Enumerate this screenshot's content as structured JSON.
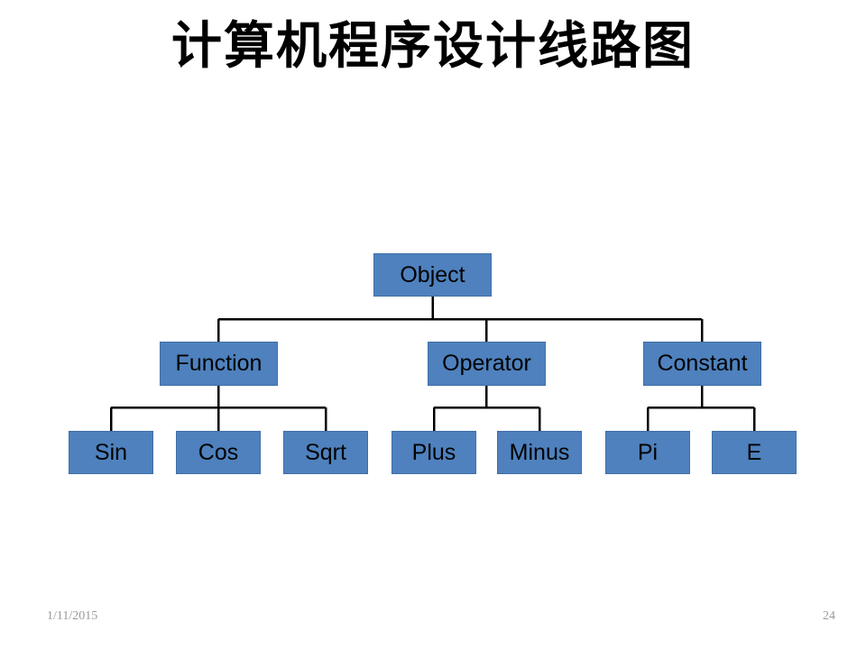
{
  "slide": {
    "title": "计算机程序设计线路图",
    "background_color": "#FFFFFF"
  },
  "theme": {
    "node_fill": "#4E81BD",
    "node_border": "#3F6FA8",
    "connector_color": "#000000",
    "text_color": "#000000",
    "footer_color": "#9A9A9A"
  },
  "diagram": {
    "type": "hierarchy-tree",
    "root": {
      "id": "object",
      "label": "Object"
    },
    "level2": [
      {
        "id": "function",
        "label": "Function"
      },
      {
        "id": "operator",
        "label": "Operator"
      },
      {
        "id": "constant",
        "label": "Constant"
      }
    ],
    "level3": [
      {
        "id": "sin",
        "label": "Sin",
        "parent": "function"
      },
      {
        "id": "cos",
        "label": "Cos",
        "parent": "function"
      },
      {
        "id": "sqrt",
        "label": "Sqrt",
        "parent": "function"
      },
      {
        "id": "plus",
        "label": "Plus",
        "parent": "operator"
      },
      {
        "id": "minus",
        "label": "Minus",
        "parent": "operator"
      },
      {
        "id": "pi",
        "label": "Pi",
        "parent": "constant"
      },
      {
        "id": "e",
        "label": "E",
        "parent": "constant"
      }
    ]
  },
  "footer": {
    "date": "1/11/2015",
    "page_number": "24"
  }
}
